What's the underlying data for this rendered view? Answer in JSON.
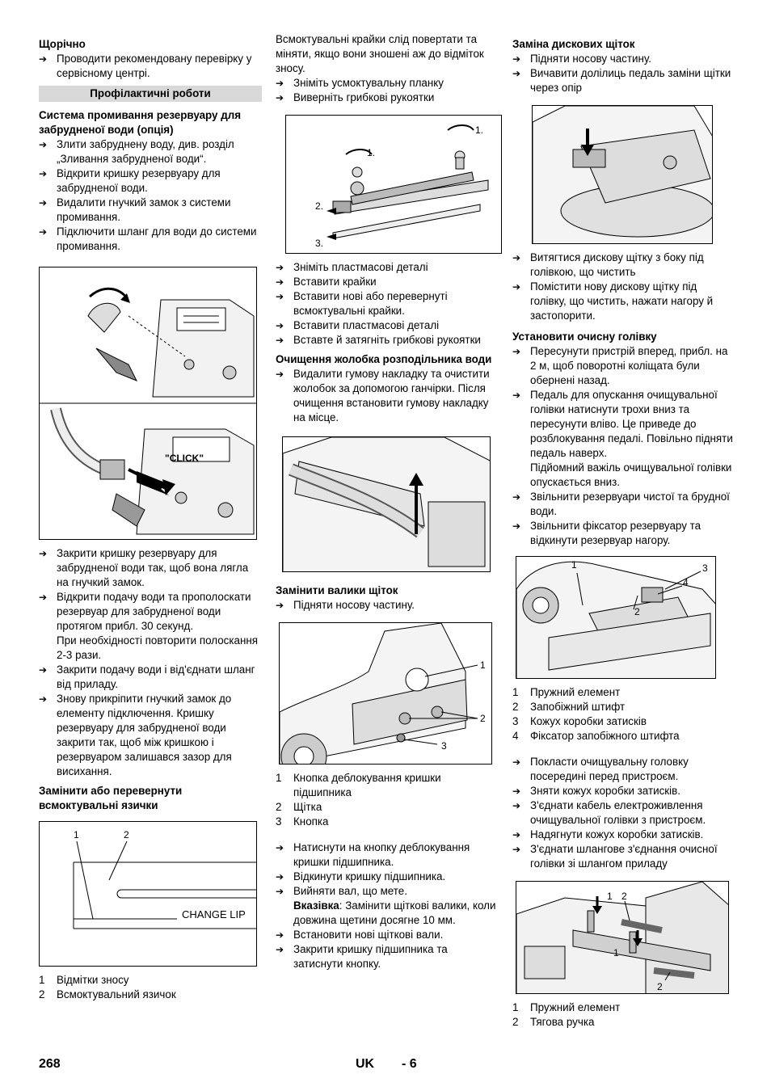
{
  "c1": {
    "yearly_h": "Щорічно",
    "yearly_steps": [
      "Проводити рекомендовану перевірку у сервісному центрі."
    ],
    "section_bar": "Профілактичні роботи",
    "rinse_h": "Система промивання резервуару для забрудненої води (опція)",
    "rinse_steps": [
      "Злити забруднену воду, див. розділ „Зливання забрудненої води“.",
      "Відкрити кришку резервуару для забрудненої води.",
      "Видалити гнучкий замок з системи промивання.",
      "Підключити шланг для води до системи промивання."
    ],
    "click_label": "\"CLICK\"",
    "rinse_steps2": [
      "Закрити кришку резервуару для забрудненої води так, щоб вона лягла на гнучкий замок.",
      "Відкрити подачу води та прополоскати резервуар для забрудненої води протягом прибл. 30 секунд."
    ],
    "rinse_note": "При необхідності повторити полоскання 2-3 рази.",
    "rinse_steps3": [
      "Закрити подачу води і від'єднати шланг від приладу.",
      "Знову прикріпити гнучкий замок до елементу підключення. Кришку резервуару для забрудненої води закрити так, щоб між кришкою і резервуаром залишався зазор для висихання."
    ],
    "lips_h": "Замінити або перевернути всмоктувальні язички",
    "lips_fig": {
      "n1": "1",
      "n2": "2",
      "change": "CHANGE LIP"
    },
    "lips_legend": [
      {
        "n": "1",
        "t": "Відмітки зносу"
      },
      {
        "n": "2",
        "t": "Всмоктувальний язичок"
      }
    ]
  },
  "c2": {
    "intro": "Всмоктувальні крайки слід повертати та міняти, якщо вони зношені аж до відміток зносу.",
    "steps1": [
      "Зніміть усмоктувальну планку",
      "Виверніть грибкові рукоятки"
    ],
    "fig_labels": {
      "a": "1.",
      "b": "1.",
      "c": "2.",
      "d": "3."
    },
    "steps2": [
      "Зніміть пластмасові деталі",
      "Вставити крайки",
      "Вставити нові або перевернуті всмоктувальні крайки.",
      "Вставити пластмасові деталі",
      "Вставте й затягніть грибкові рукоятки"
    ],
    "trough_h": "Очищення жолобка розподільника води",
    "trough_steps": [
      "Видалити гумову накладку та очистити жолобок за допомогою ганчірки. Після очищення встановити гумову накладку на місце."
    ],
    "rollers_h": "Замінити валики щіток",
    "rollers_steps": [
      "Підняти носову частину."
    ],
    "roll_fig": {
      "n1": "1",
      "n2": "2",
      "n3": "3"
    },
    "roll_legend": [
      {
        "n": "1",
        "t": "Кнопка деблокування кришки підшипника"
      },
      {
        "n": "2",
        "t": "Щітка"
      },
      {
        "n": "3",
        "t": "Кнопка"
      }
    ],
    "roll_steps": [
      "Натиснути на кнопку деблокування кришки підшипника.",
      "Відкинути кришку підшипника.",
      "Вийняти  вал, що мете."
    ],
    "hint_label": "Вказівка",
    "hint_text": ": Замінити щіткові валики, коли довжина щетини досягне 10 мм.",
    "roll_steps2": [
      "Встановити нові щіткові вали.",
      "Закрити кришку підшипника та затиснути кнопку."
    ]
  },
  "c3": {
    "disc_h": "Заміна дискових щіток",
    "disc_steps": [
      "Підняти носову частину.",
      "Вичавити долілиць педаль заміни щітки через опір"
    ],
    "disc_steps2": [
      "Витягтися дискову щітку з боку під голівкою, що чистить",
      "Помістити нову дискову щітку під голівку, що чистить, нажати нагору й застопорити."
    ],
    "head_h": "Установити очисну голівку",
    "head_steps": [
      "Пересунути пристрій вперед, прибл. на 2 м, щоб поворотні коліщата були обернені назад.",
      "Педаль для опускання очищувальної голівки натиснути трохи вниз та пересунути вліво.  Це приведе до розблокування педалі. Повільно підняти педаль наверх."
    ],
    "head_note": "Підйомний важіль очищувальної голівки опускається вниз.",
    "head_steps2": [
      "Звільнити резервуари чистої та брудної води.",
      "Звільнити фіксатор резервуару та відкинути резервуар нагору."
    ],
    "tank_fig": {
      "n1": "1",
      "n2": "2",
      "n3": "3",
      "n4": "4"
    },
    "tank_legend": [
      {
        "n": "1",
        "t": "Пружний елемент"
      },
      {
        "n": "2",
        "t": "Запобіжний штифт"
      },
      {
        "n": "3",
        "t": "Кожух коробки затисків"
      },
      {
        "n": "4",
        "t": "Фіксатор запобіжного штифта"
      }
    ],
    "head_steps3": [
      "Покласти очищувальну головку посередині перед пристроєм.",
      "Зняти кожух коробки затисків.",
      "З'єднати кабель електроживлення очищувальної голівки з пристроєм.",
      "Надягнути кожух коробки затисків.",
      "З'єднати шлангове з'єднання очисної голівки зі шлангом приладу"
    ],
    "spring_fig": {
      "n1": "1",
      "n2": "2",
      "n3": "1",
      "n4": "2"
    },
    "spring_legend": [
      {
        "n": "1",
        "t": "Пружний елемент"
      },
      {
        "n": "2",
        "t": "Тягова ручка"
      }
    ]
  },
  "footer": {
    "page": "268",
    "lang": "UK",
    "sub": "- 6"
  }
}
